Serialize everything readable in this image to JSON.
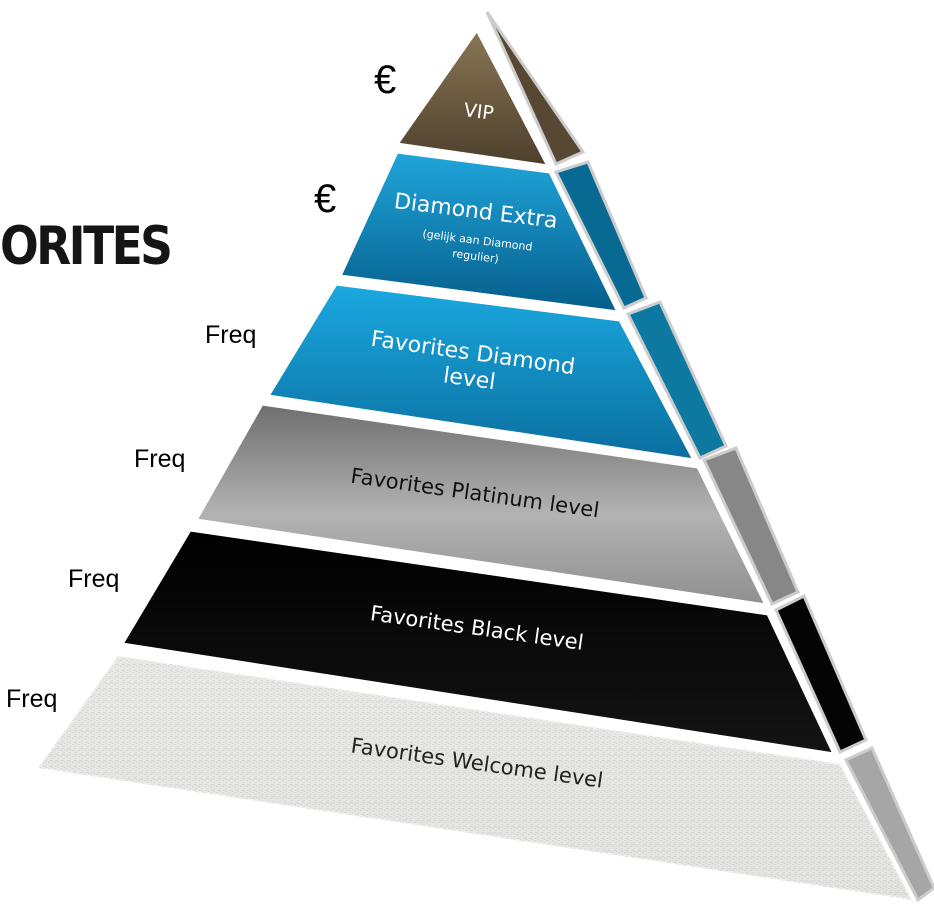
{
  "logo": {
    "text": "ORITES"
  },
  "side_labels": [
    {
      "id": "vip",
      "text": "€"
    },
    {
      "id": "diamond-extra",
      "text": "€"
    },
    {
      "id": "diamond",
      "text": "Freq"
    },
    {
      "id": "platinum",
      "text": "Freq"
    },
    {
      "id": "black",
      "text": "Freq"
    },
    {
      "id": "welcome",
      "text": "Freq"
    }
  ],
  "levels": [
    {
      "id": "vip",
      "title": "VIP",
      "subtitle": "",
      "color": "#6b5a40",
      "text_color": "#ffffff"
    },
    {
      "id": "diamond-extra",
      "title": "Diamond Extra",
      "subtitle": "(gelijk aan Diamond regulier)",
      "color": "#0a83b8",
      "text_color": "#ffffff"
    },
    {
      "id": "diamond",
      "title": "Favorites Diamond level",
      "subtitle": "",
      "color": "#1096c8",
      "text_color": "#ffffff"
    },
    {
      "id": "platinum",
      "title": "Favorites Platinum level",
      "subtitle": "",
      "color": "#a9a9a9",
      "text_color": "#111111"
    },
    {
      "id": "black",
      "title": "Favorites Black level",
      "subtitle": "",
      "color": "#050505",
      "text_color": "#ffffff"
    },
    {
      "id": "welcome",
      "title": "Favorites Welcome level",
      "subtitle": "",
      "color": "#e4e4e2",
      "text_color": "#222222"
    }
  ]
}
